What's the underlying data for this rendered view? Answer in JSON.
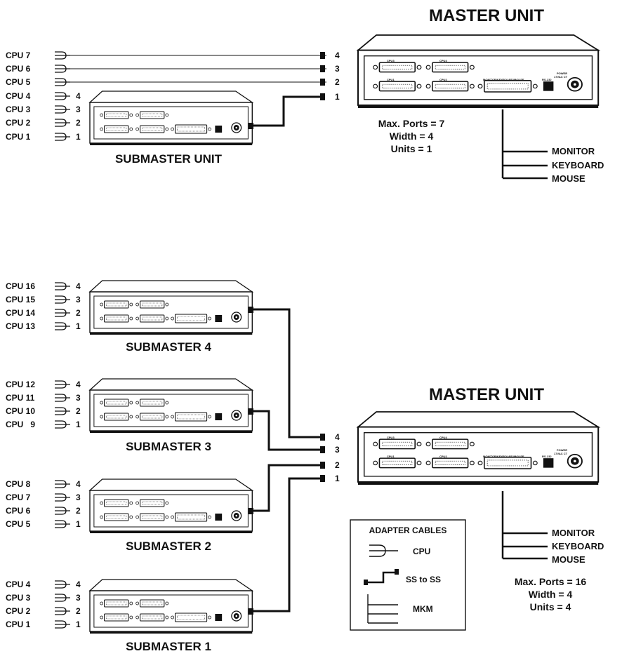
{
  "top": {
    "master_title": "MASTER UNIT",
    "submaster_title": "SUBMASTER UNIT",
    "cpu_labels": [
      "CPU 7",
      "CPU 6",
      "CPU 5",
      "CPU 4",
      "CPU 3",
      "CPU 2",
      "CPU 1"
    ],
    "sub_port_nums": [
      "4",
      "3",
      "2",
      "1"
    ],
    "master_port_nums": [
      "4",
      "3",
      "2",
      "1"
    ],
    "info": [
      "Max. Ports = 7",
      "Width = 4",
      "Units = 1"
    ],
    "mkm": [
      "MONITOR",
      "KEYBOARD",
      "MOUSE"
    ]
  },
  "bottom": {
    "master_title": "MASTER UNIT",
    "submasters": [
      {
        "title": "SUBMASTER 4",
        "cpus": [
          "CPU 16",
          "CPU 15",
          "CPU 14",
          "CPU 13"
        ]
      },
      {
        "title": "SUBMASTER 3",
        "cpus": [
          "CPU 12",
          "CPU 11",
          "CPU 10",
          "CPU   9"
        ]
      },
      {
        "title": "SUBMASTER 2",
        "cpus": [
          "CPU 8",
          "CPU 7",
          "CPU 6",
          "CPU 5"
        ]
      },
      {
        "title": "SUBMASTER 1",
        "cpus": [
          "CPU 4",
          "CPU 3",
          "CPU 2",
          "CPU 1"
        ]
      }
    ],
    "sub_port_nums": [
      "4",
      "3",
      "2",
      "1"
    ],
    "master_port_nums": [
      "4",
      "3",
      "2",
      "1"
    ],
    "info": [
      "Max. Ports = 16",
      "Width = 4",
      "Units = 4"
    ],
    "mkm": [
      "MONITOR",
      "KEYBOARD",
      "MOUSE"
    ]
  },
  "legend": {
    "title": "ADAPTER CABLES",
    "items": [
      "CPU",
      "SS to SS",
      "MKM"
    ]
  },
  "unit_labels": {
    "cpu3": "CPU3",
    "cpu4": "CPU4",
    "cpu1": "CPU1",
    "cpu2": "CPU2",
    "mkm": "MONITOR/KEYBOARD/MOUSE",
    "rs232": "RS-232",
    "power": "POWER",
    "power2": "17VAC CT"
  }
}
